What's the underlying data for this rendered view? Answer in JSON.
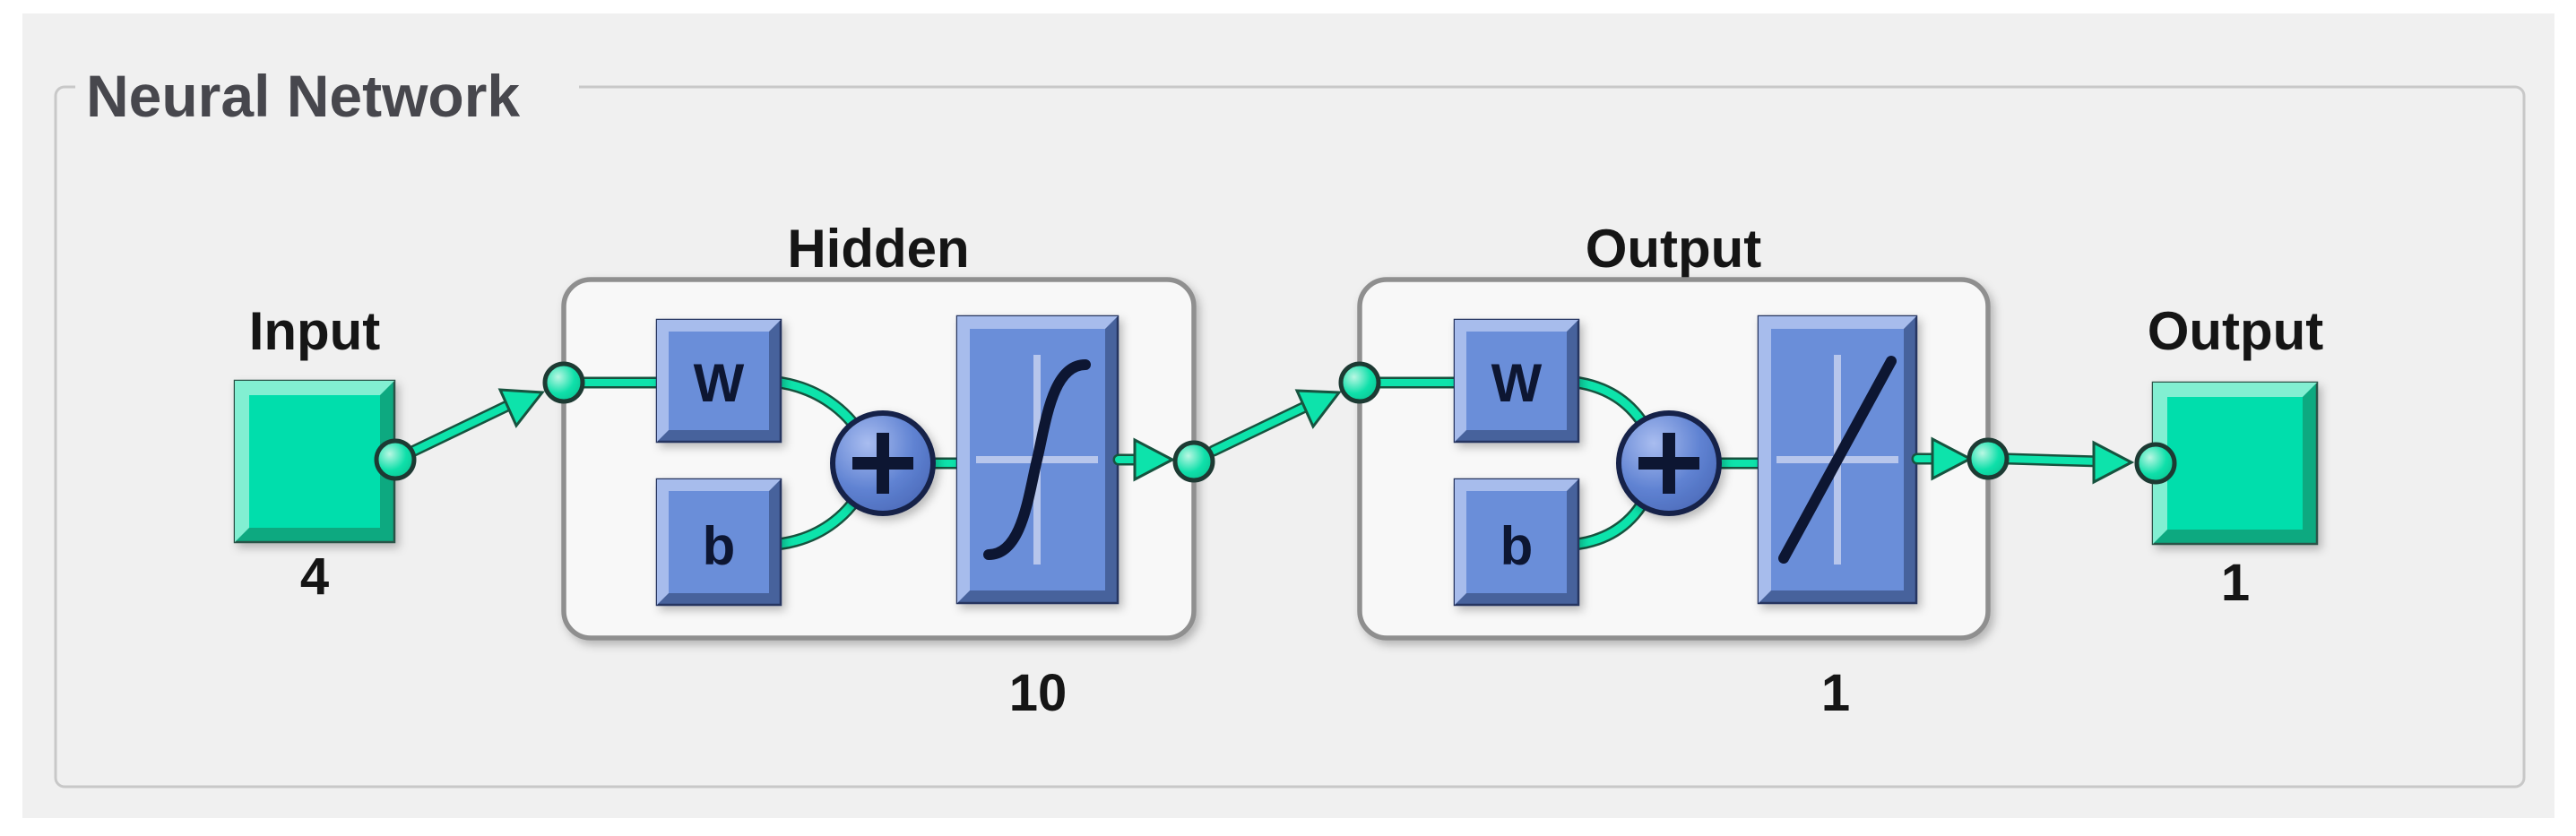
{
  "panel": {
    "title": "Neural Network"
  },
  "diagram": {
    "input": {
      "label": "Input",
      "size": "4"
    },
    "layers": [
      {
        "name": "Hidden",
        "weight_label": "W",
        "bias_label": "b",
        "neurons": "10",
        "activation": "tansig"
      },
      {
        "name": "Output",
        "weight_label": "W",
        "bias_label": "b",
        "neurons": "1",
        "activation": "purelin"
      }
    ],
    "output": {
      "label": "Output",
      "size": "1"
    },
    "icons": {
      "sum_junction": "plus-circle",
      "tansig": "s-curve-block",
      "purelin": "diagonal-line-block",
      "connector": "green-node-circle",
      "arrow": "green-triangle-arrow"
    },
    "colors": {
      "panel_background": "#f0f0f0",
      "group_border": "#c8c8c8",
      "title_text": "#47474d",
      "layer_box_fill": "#f8f8f8",
      "layer_box_border": "#8f8f8f",
      "green_face": "#06deac",
      "green_light_bevel": "#82efd2",
      "green_dark_bevel": "#0aa980",
      "connector_green": "#0de3ab",
      "connector_outline": "#17533f",
      "blue_face": "#6b8ed9",
      "blue_light_bevel": "#a7bcec",
      "blue_dark_bevel": "#47629c",
      "blue_outline": "#263461",
      "sum_fill": "#5f82d2",
      "glyph_navy": "#0c1533",
      "glyph_light_cross": "#b7c6ec",
      "label_text": "#151515"
    }
  }
}
